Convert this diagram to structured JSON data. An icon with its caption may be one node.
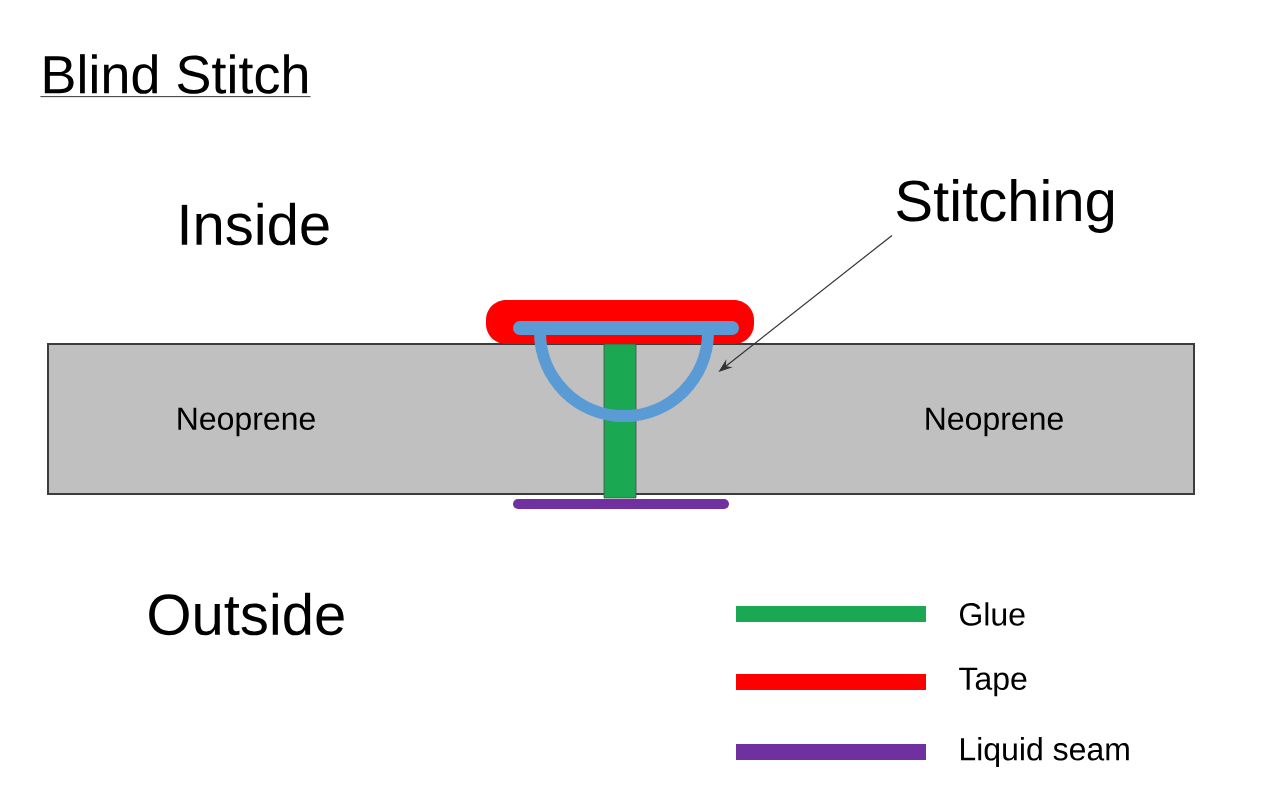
{
  "diagram": {
    "title": "Blind Stitch",
    "nodes": [
      {
        "text": [
          "Neoprene",
          "Neoprene"
        ]
      },
      {
        "text": [
          "Stitching"
        ]
      },
      {
        "text": [],
        "shape": "arc"
      }
    ],
    "edges": [
      {
        "from": 1,
        "to": 2,
        "arrow": "to"
      }
    ],
    "labels": [
      "Inside",
      "Outside"
    ],
    "legend": [
      {
        "text": "Glue",
        "color": "#1aa852"
      },
      {
        "text": "Tape",
        "color": "#ff0000"
      },
      {
        "text": "Liquid seam",
        "color": "#7030a0"
      }
    ]
  }
}
